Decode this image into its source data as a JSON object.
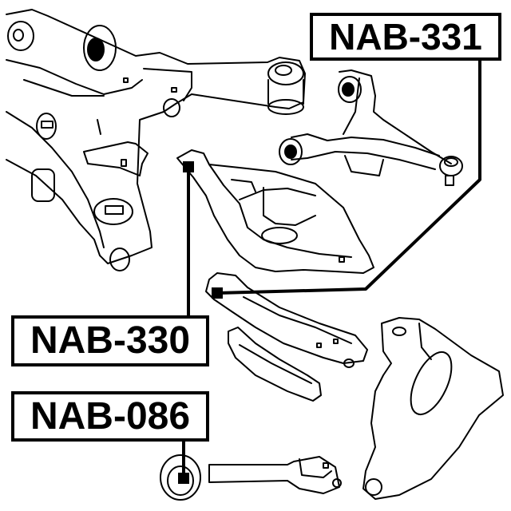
{
  "diagram": {
    "type": "automotive rear suspension exploded parts diagram",
    "line_color": "#000000",
    "background": "#ffffff",
    "callouts": [
      {
        "id": "nab-331",
        "part_number": "NAB-331",
        "target": "lower-control-arm-bushing-rear"
      },
      {
        "id": "nab-330",
        "part_number": "NAB-330",
        "target": "lower-control-arm-bushing-front"
      },
      {
        "id": "nab-086",
        "part_number": "NAB-086",
        "target": "toe-link-bushing"
      }
    ],
    "components": [
      "rear-subframe",
      "upper-control-arm",
      "lower-control-arm",
      "trailing-link",
      "lateral-link",
      "toe-link",
      "rear-knuckle"
    ]
  }
}
